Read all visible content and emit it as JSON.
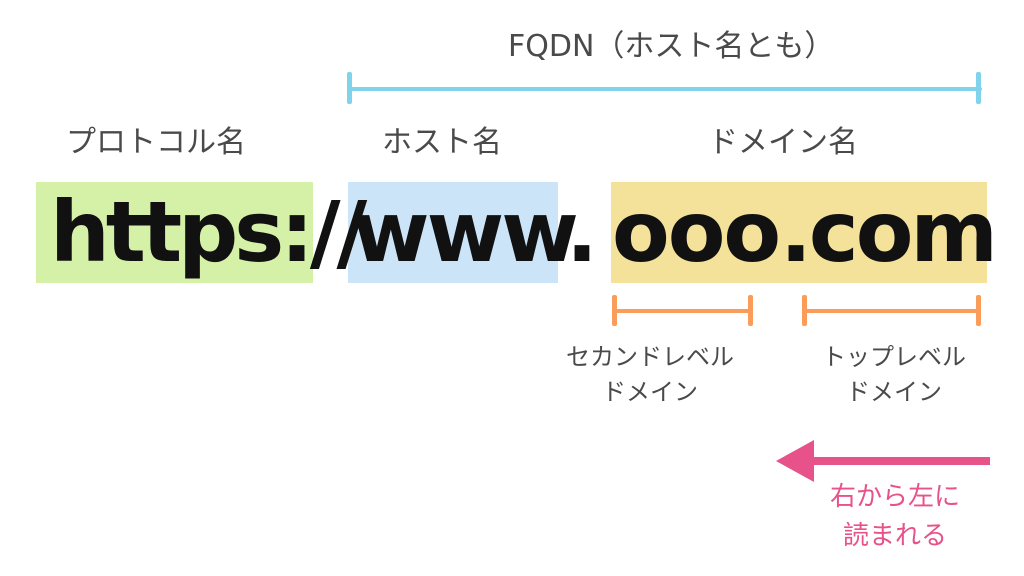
{
  "fqdn_label": "FQDN（ホスト名とも）",
  "labels": {
    "protocol": "プロトコル名",
    "host": "ホスト名",
    "domain": "ドメイン名"
  },
  "url": {
    "protocol": "https://",
    "host": "www",
    "dot": ".",
    "second_level": "ooo",
    "top_level": ".com"
  },
  "sub_labels": {
    "second_level": "セカンドレベル\nドメイン",
    "top_level": "トップレベル\nドメイン"
  },
  "direction_note": "右から左に\n読まれる",
  "colors": {
    "protocol_highlight": "#d5f1a7",
    "host_highlight": "#cce4f8",
    "domain_highlight": "#f4e19a",
    "fqdn_bracket": "#7fd3ea",
    "domain_brackets": "#fb9d5a",
    "arrow": "#e8528a"
  }
}
